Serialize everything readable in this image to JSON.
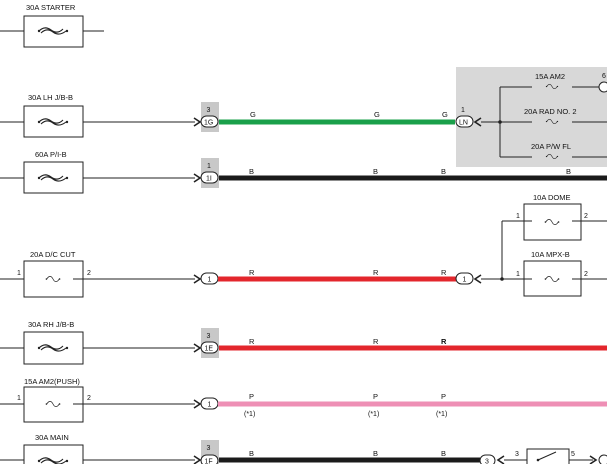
{
  "fuses": {
    "starter": {
      "label": "30A STARTER"
    },
    "lh_jb_b": {
      "label": "30A LH J/B-B"
    },
    "p_i_b": {
      "label": "60A P/I-B"
    },
    "dc_cut": {
      "label": "20A D/C CUT",
      "pin_left": "1",
      "pin_right": "2"
    },
    "rh_jb_b": {
      "label": "30A RH J/B-B"
    },
    "am2_push": {
      "label": "15A AM2(PUSH)",
      "pin_left": "1",
      "pin_right": "2"
    },
    "main": {
      "label": "30A MAIN"
    },
    "am2_15a": {
      "label": "15A AM2"
    },
    "rad_no2": {
      "label": "20A RAD NO. 2"
    },
    "pw_fl": {
      "label": "20A P/W FL"
    },
    "dome": {
      "label": "10A DOME",
      "pin_left": "1",
      "pin_right": "2"
    },
    "mpx_b": {
      "label": "10A MPX-B",
      "pin_left": "1",
      "pin_right": "2"
    }
  },
  "connectors": {
    "c1g": {
      "pin": "3",
      "code": "1G"
    },
    "c1i": {
      "pin": "1",
      "code": "1I"
    },
    "c1_dc": {
      "code": "1"
    },
    "c1e": {
      "pin": "3",
      "code": "1E"
    },
    "c1_am2": {
      "code": "1"
    },
    "c1f": {
      "pin": "3",
      "code": "1F"
    },
    "ln": {
      "pin": "1",
      "code": "LN"
    },
    "r1_dc": {
      "code": "1"
    },
    "main_right": {
      "code": "3"
    },
    "relay_pin_left": "3",
    "relay_pin_right": "5",
    "edge_top": "6"
  },
  "wires": {
    "g1": {
      "color": "G",
      "hex": "#1aa04a",
      "labels": [
        "G",
        "G",
        "G"
      ]
    },
    "b1": {
      "color": "B",
      "hex": "#1b1b1b",
      "labels": [
        "B",
        "B",
        "B",
        "B"
      ]
    },
    "r1": {
      "color": "R",
      "hex": "#e3262c",
      "labels": [
        "R",
        "R",
        "R"
      ]
    },
    "r2": {
      "color": "R",
      "hex": "#e3262c",
      "labels": [
        "R",
        "R",
        "R"
      ]
    },
    "p1": {
      "color": "P",
      "hex": "#ee8fb5",
      "labels": [
        "P",
        "P",
        "P"
      ],
      "notes": [
        "(*1)",
        "(*1)",
        "(*1)"
      ]
    },
    "b2": {
      "color": "B",
      "hex": "#1b1b1b",
      "labels": [
        "B",
        "B",
        "B"
      ]
    }
  },
  "colors": {
    "junction_block_bg": "#d8d8d8",
    "connector_bg": "#c8c8c8",
    "line": "#222222"
  }
}
